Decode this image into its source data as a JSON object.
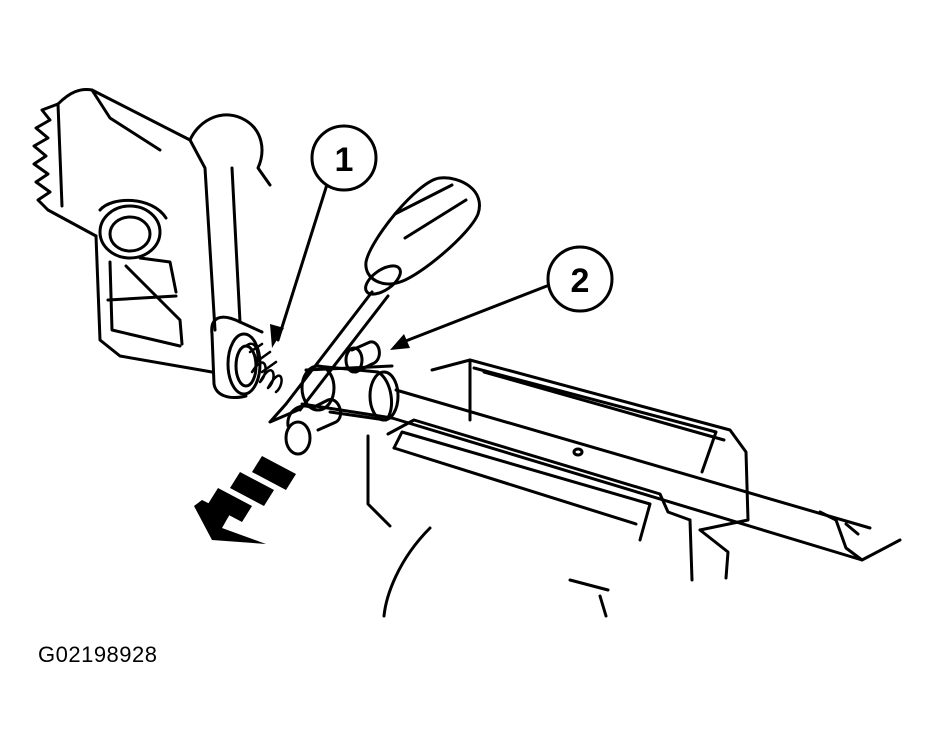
{
  "callouts": [
    {
      "number": "1",
      "target": "spring"
    },
    {
      "number": "2",
      "target": "pin"
    }
  ],
  "figure_id": "G02198928",
  "colors": {
    "ink": "#000000",
    "paper": "#ffffff"
  }
}
